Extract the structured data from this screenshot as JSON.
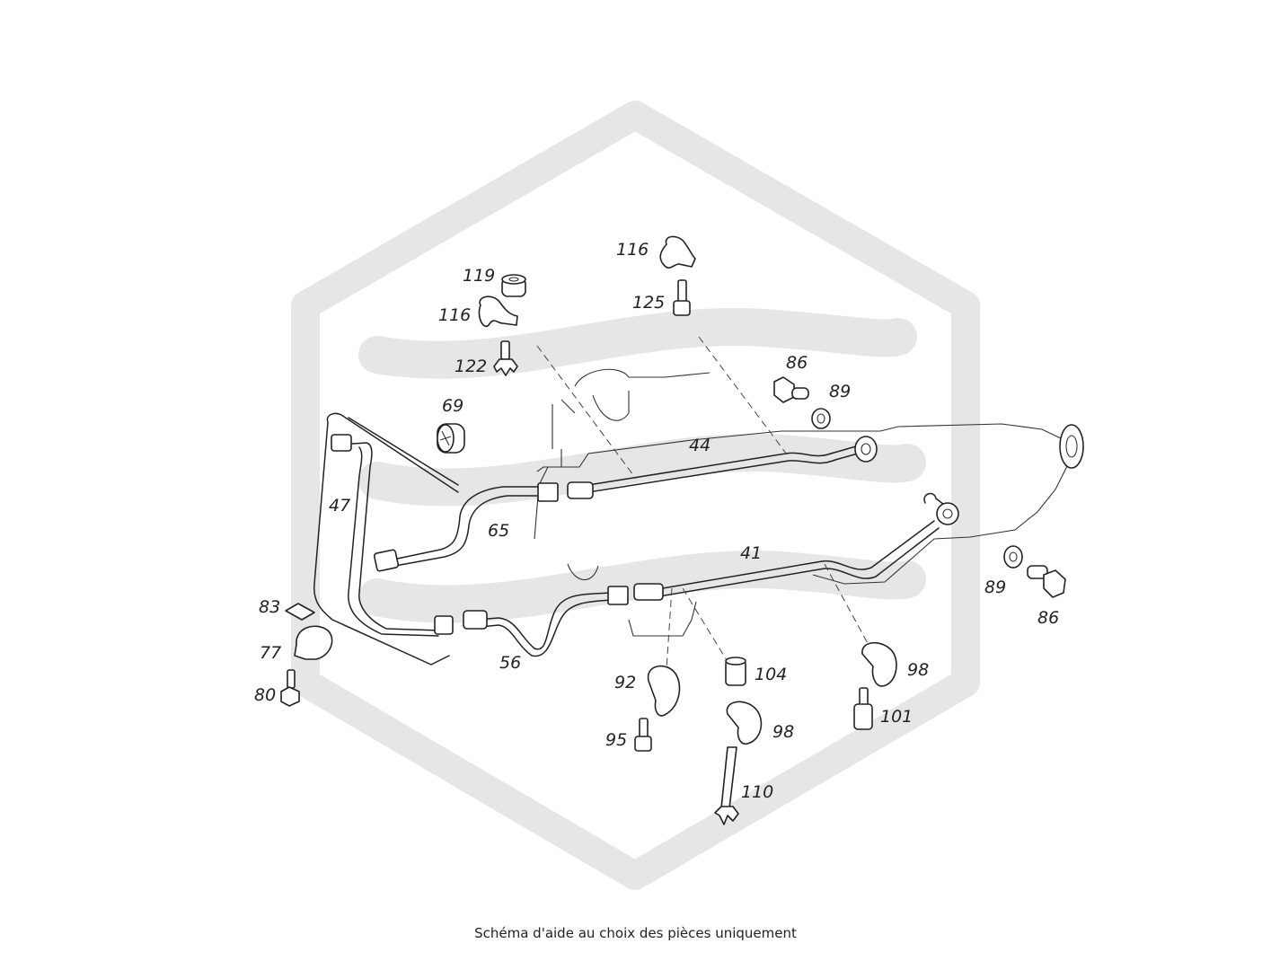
{
  "caption": "Schéma d'aide au choix des pièces uniquement",
  "colors": {
    "watermark": "#e6e6e6",
    "ink": "#222222",
    "background": "#ffffff"
  },
  "watermark_icon": "hexagon-logo-watermark",
  "callouts": {
    "p41": "41",
    "p44": "44",
    "p47": "47",
    "p56": "56",
    "p65": "65",
    "p69": "69",
    "p77": "77",
    "p80": "80",
    "p83": "83",
    "p86a": "86",
    "p86b": "86",
    "p89a": "89",
    "p89b": "89",
    "p92": "92",
    "p95": "95",
    "p98a": "98",
    "p98b": "98",
    "p101": "101",
    "p104": "104",
    "p110": "110",
    "p116a": "116",
    "p116b": "116",
    "p119": "119",
    "p122": "122",
    "p125": "125"
  }
}
